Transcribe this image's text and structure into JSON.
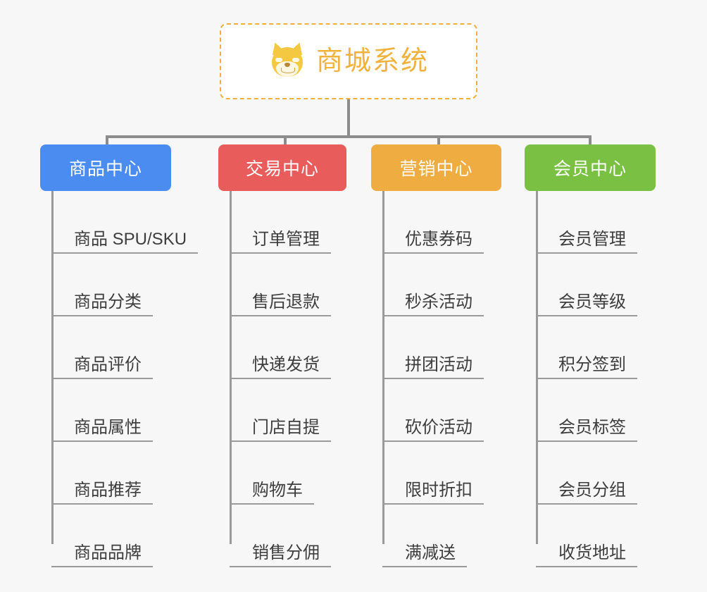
{
  "page": {
    "background_color": "#f7f7f7",
    "title": "商城系统"
  },
  "root": {
    "label": "商城系统",
    "icon": "shiba-dog-face",
    "text_color": "#f0b23c",
    "border_color": "#eeb03e",
    "background_color": "#ffffff"
  },
  "connector": {
    "color": "#8c8c8c"
  },
  "columns": [
    {
      "id": "product-center",
      "label": "商品中心",
      "color": "#4a8cf0",
      "items": [
        {
          "label": "商品 SPU/SKU"
        },
        {
          "label": "商品分类"
        },
        {
          "label": "商品评价"
        },
        {
          "label": "商品属性"
        },
        {
          "label": "商品推荐"
        },
        {
          "label": "商品品牌"
        }
      ]
    },
    {
      "id": "trade-center",
      "label": "交易中心",
      "color": "#e85c5c",
      "items": [
        {
          "label": "订单管理"
        },
        {
          "label": "售后退款"
        },
        {
          "label": "快递发货"
        },
        {
          "label": "门店自提"
        },
        {
          "label": "购物车"
        },
        {
          "label": "销售分佣"
        }
      ]
    },
    {
      "id": "marketing-center",
      "label": "营销中心",
      "color": "#eeac41",
      "items": [
        {
          "label": "优惠券码"
        },
        {
          "label": "秒杀活动"
        },
        {
          "label": "拼团活动"
        },
        {
          "label": "砍价活动"
        },
        {
          "label": "限时折扣"
        },
        {
          "label": "满减送"
        }
      ]
    },
    {
      "id": "member-center",
      "label": "会员中心",
      "color": "#7ac143",
      "items": [
        {
          "label": "会员管理"
        },
        {
          "label": "会员等级"
        },
        {
          "label": "积分签到"
        },
        {
          "label": "会员标签"
        },
        {
          "label": "会员分组"
        },
        {
          "label": "收货地址"
        }
      ]
    }
  ]
}
